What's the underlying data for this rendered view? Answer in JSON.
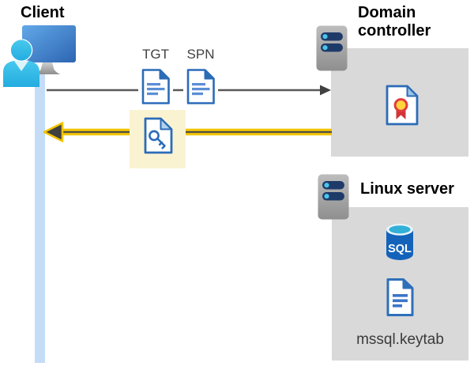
{
  "labels": {
    "client": "Client",
    "domain_controller": "Domain controller",
    "linux_server": "Linux server",
    "tgt": "TGT",
    "spn": "SPN",
    "keytab_file": "mssql.keytab",
    "sql": "SQL"
  },
  "colors": {
    "arrow_yellow": "#f2c400",
    "highlight_yellow": "#faf3d2",
    "panel_gray": "#d9d9d9",
    "arrow_gray": "#595959",
    "arrowhead_dark": "#404040",
    "document_blue": "#2b6cb8",
    "document_line_blue": "#5b8ed6",
    "lifeline_blue": "#c5dcf7",
    "person_cyan": "#2fbde8",
    "monitor_blue": "#2d65b2",
    "server_bar_navy": "#1e3a69",
    "server_dot_cyan": "#49c6ea",
    "sql_cylinder_blue": "#1463ba",
    "sql_top_cyan": "#32b0d8",
    "certificate_seal_yellow": "#ffd43b",
    "certificate_ribbon_red": "#d13438"
  }
}
